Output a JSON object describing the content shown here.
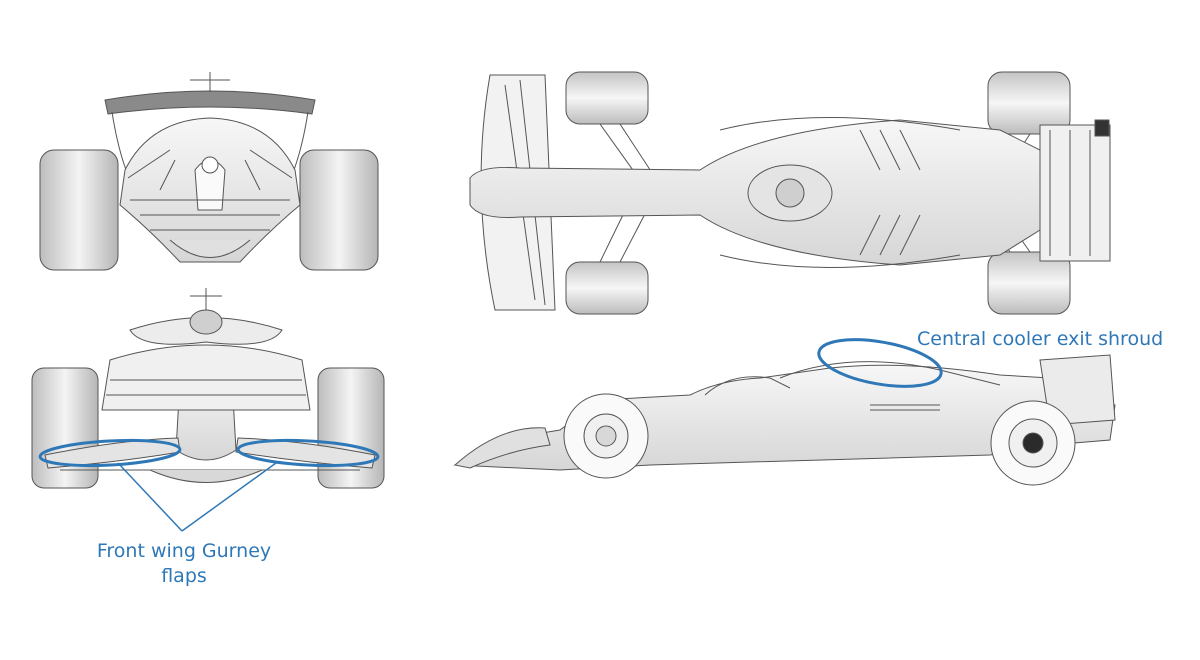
{
  "annotations": {
    "gurney_label": "Front wing Gurney flaps",
    "cooler_label": "Central cooler exit shroud"
  },
  "views": [
    {
      "name": "rear-view"
    },
    {
      "name": "front-view"
    },
    {
      "name": "top-view"
    },
    {
      "name": "side-view"
    }
  ],
  "colors": {
    "annotation": "#2f78b7",
    "line": "#555555",
    "body_fill": "#efefef",
    "tyre_fill": "#d9d9d9"
  }
}
